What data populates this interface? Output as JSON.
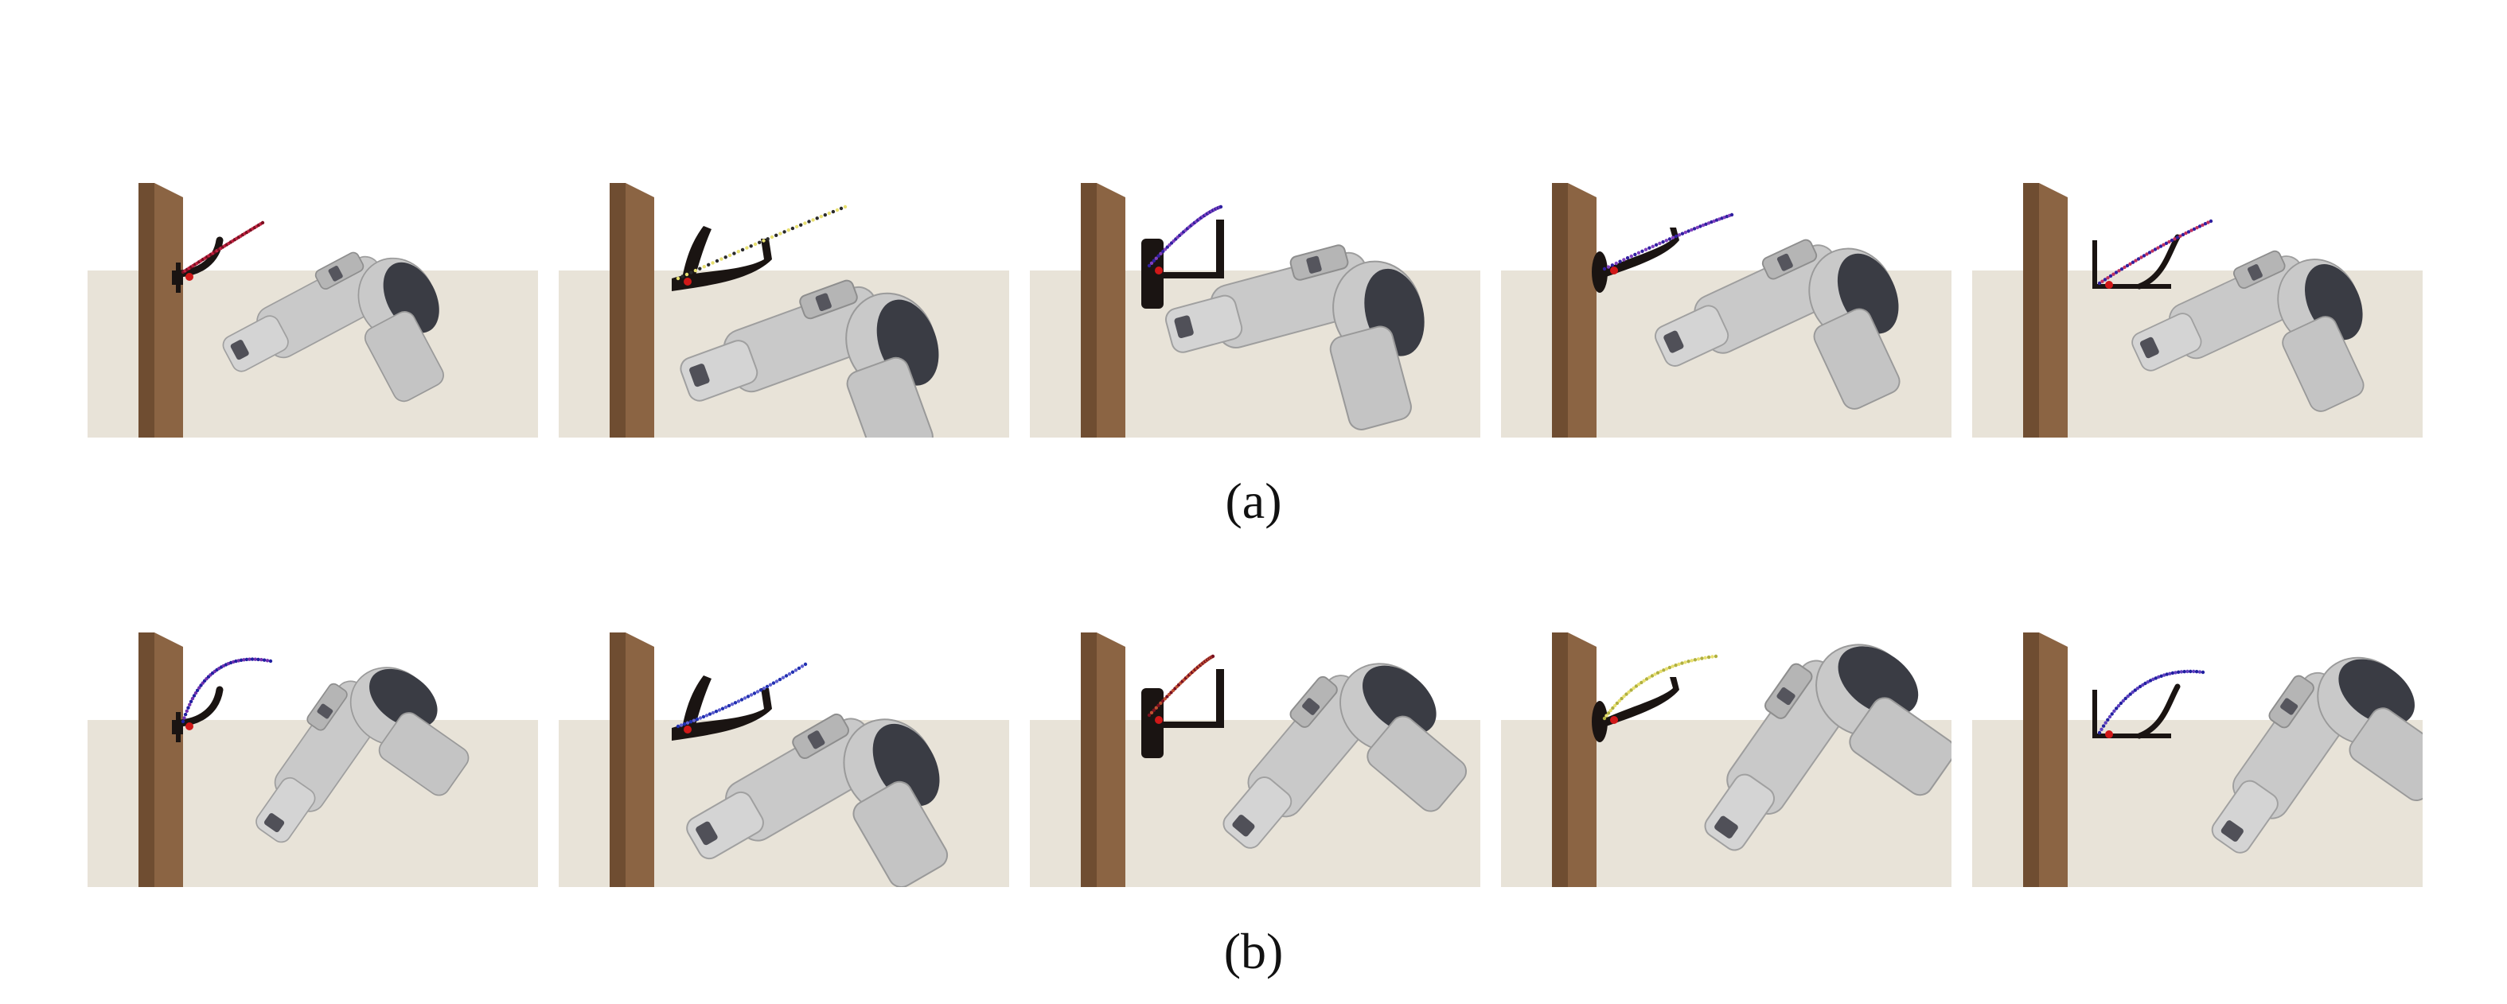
{
  "figure": {
    "rows": [
      {
        "caption": "(a)",
        "panels": [
          {
            "hook": "thin-hook",
            "trajectory_colors": [
              "#7a1020",
              "#c02040"
            ]
          },
          {
            "hook": "wide-hook",
            "trajectory_colors": [
              "#e8e070",
              "#2a2a2a"
            ]
          },
          {
            "hook": "plate-hook",
            "trajectory_colors": [
              "#3020a0",
              "#8040c0"
            ]
          },
          {
            "hook": "disc-hook",
            "trajectory_colors": [
              "#3020a0",
              "#8040c0"
            ]
          },
          {
            "hook": "rail-hook",
            "trajectory_colors": [
              "#3020a0",
              "#c03060"
            ]
          }
        ]
      },
      {
        "caption": "(b)",
        "panels": [
          {
            "hook": "thin-hook",
            "trajectory_colors": [
              "#2020a0",
              "#7030b0"
            ]
          },
          {
            "hook": "wide-hook",
            "trajectory_colors": [
              "#2030b0",
              "#6060d0"
            ]
          },
          {
            "hook": "plate-hook",
            "trajectory_colors": [
              "#7a1020",
              "#c05030"
            ]
          },
          {
            "hook": "disc-hook",
            "trajectory_colors": [
              "#b0b040",
              "#e8e070"
            ]
          },
          {
            "hook": "rail-hook",
            "trajectory_colors": [
              "#2020a0",
              "#6040c0"
            ]
          }
        ]
      }
    ]
  },
  "colors": {
    "table": "#e8e3d8",
    "post": "#8b6443",
    "post_side": "#6f4d31",
    "robot_light": "#c9c9c9",
    "robot_dark": "#3a3c44",
    "hook": "#1a1412",
    "contact_point": "#d01818"
  }
}
